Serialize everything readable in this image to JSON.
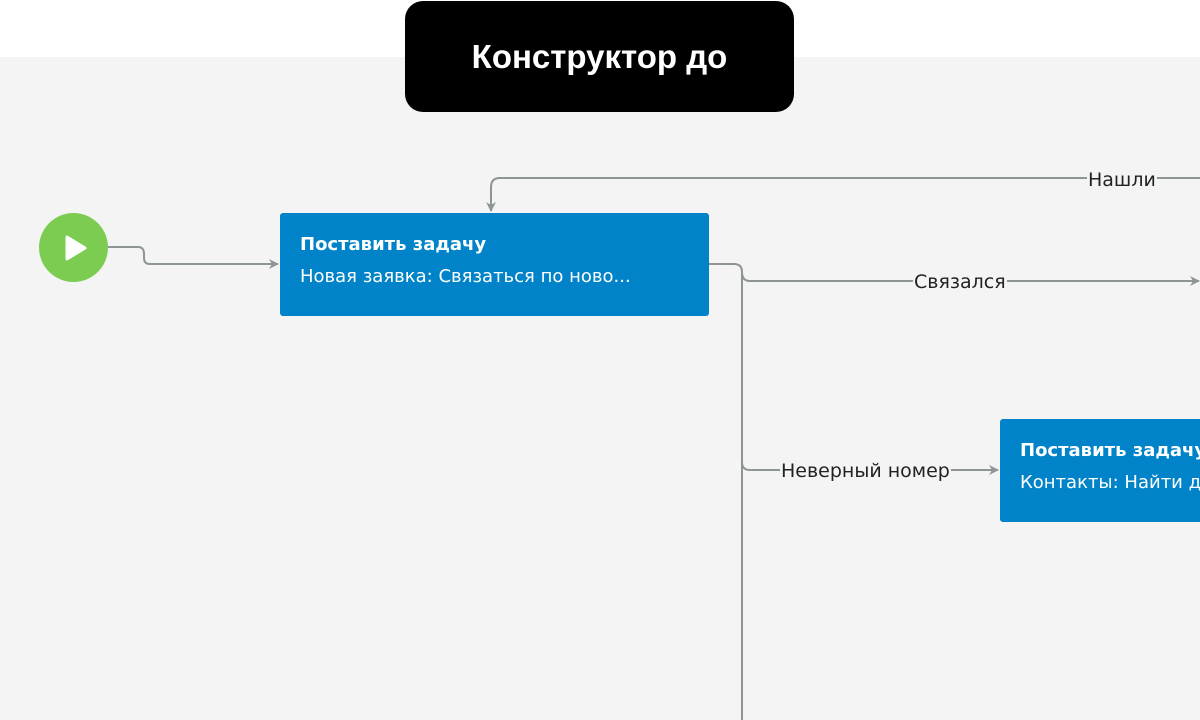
{
  "banner": {
    "title": "Конструктор до"
  },
  "colors": {
    "node": "#0083c8",
    "start": "#7ccc52",
    "edge": "#8e9596",
    "canvas": "#f4f4f4"
  },
  "start": {
    "icon": "play-icon"
  },
  "nodes": [
    {
      "title": "Поставить задачу",
      "subtitle": "Новая заявка: Связаться по ново..."
    },
    {
      "title": "Поставить задачу",
      "subtitle": "Контакты: Найти д"
    }
  ],
  "edges": {
    "found": "Нашли",
    "contacted": "Связался",
    "wrong_number": "Неверный номер"
  }
}
